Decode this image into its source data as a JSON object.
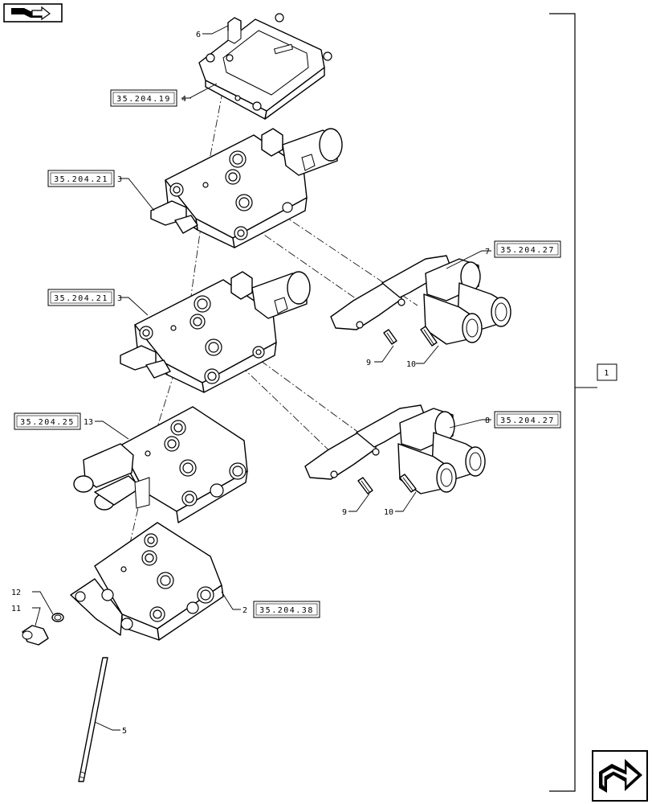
{
  "reference_boxes": {
    "ref_top": "35.204.19",
    "ref_valve_upper": "35.204.21",
    "ref_valve_lower": "35.204.21",
    "ref_valve_13": "35.204.25",
    "ref_base": "35.204.38",
    "ref_coupler_upper": "35.204.27",
    "ref_coupler_lower": "35.204.27",
    "ref_assembly": "1"
  },
  "callouts": {
    "c1": "1",
    "c2": "2",
    "c3a": "3",
    "c3b": "3",
    "c4": "4",
    "c5": "5",
    "c6": "6",
    "c7": "7",
    "c8": "8",
    "c9a": "9",
    "c9b": "9",
    "c10a": "10",
    "c10b": "10",
    "c11": "11",
    "c12": "12",
    "c13": "13"
  },
  "icons": {
    "top_left": "book-arrow-icon",
    "bottom_right": "next-page-arrow-icon"
  }
}
